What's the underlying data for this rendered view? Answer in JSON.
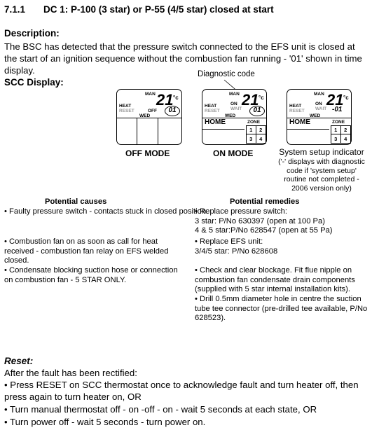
{
  "header": {
    "number": "7.1.1",
    "title": "DC 1: P-100 (3 star) or P-55 (4/5 star) closed at start"
  },
  "description": {
    "heading": "Description:",
    "text": "The BSC has detected that the pressure switch connected to the EFS unit is closed at the start of an ignition sequence without the combustion fan running - '01' shown in time display."
  },
  "scc": {
    "heading": "SCC Display:",
    "diagnostic_label": "Diagnostic code",
    "panels": [
      {
        "man": "MAN",
        "temp": "21",
        "unit": "°c",
        "heat": "HEAT",
        "reset": "RESET",
        "status": "OFF",
        "wed": "WED",
        "code": "01",
        "mode": "OFF MODE"
      },
      {
        "man": "MAN",
        "temp": "21",
        "unit": "°c",
        "heat": "HEAT",
        "reset": "RESET",
        "on": "ON",
        "wait": "WAIT",
        "wed": "WED",
        "code": "01",
        "home": "HOME",
        "zone": "ZONE",
        "zones": [
          "1",
          "2",
          "3",
          "4"
        ],
        "mode": "ON MODE"
      },
      {
        "man": "MAN",
        "temp": "21",
        "unit": "°c",
        "heat": "HEAT",
        "reset": "RESET",
        "on": "ON",
        "wait": "WAIT",
        "wed": "WED",
        "code": "-01",
        "home": "HOME",
        "zone": "ZONE",
        "zones": [
          "1",
          "2",
          "3",
          "4"
        ]
      }
    ],
    "indicator": {
      "title": "System setup indicator",
      "note": "('-' displays with diagnostic code if 'system setup' routine not completed - 2006 version only)"
    }
  },
  "causes": {
    "heading": "Potential causes",
    "items": [
      "• Faulty pressure switch - contacts stuck in closed position.",
      "• Combustion fan on as soon as call for heat received - combustion fan relay on EFS welded closed.",
      "• Condensate blocking suction hose or connection on combustion fan - 5 STAR ONLY."
    ]
  },
  "remedies": {
    "heading": "Potential remedies",
    "r1": [
      "• Replace pressure switch:",
      "3 star: P/No 630397 (open at 100 Pa)",
      "4 & 5 star:P/No 628547 (open at 55 Pa)"
    ],
    "r2": [
      "• Replace EFS unit:",
      "3/4/5 star: P/No 628608"
    ],
    "r3": "• Check and clear blockage. Fit flue nipple on combustion fan condensate drain components (supplied with 5 star internal installation kits).",
    "r4": "• Drill 0.5mm diameter hole in centre the suction tube tee connector (pre-drilled tee available, P/No 628523)."
  },
  "reset": {
    "heading": "Reset:",
    "intro": "After the fault has been rectified:",
    "steps": [
      "• Press RESET on SCC thermostat once to acknowledge fault and turn heater off, then press again to turn heater on, OR",
      "• Turn manual thermostat off - on -off - on - wait 5 seconds at each state, OR",
      "• Turn power off - wait 5 seconds - turn power on."
    ]
  }
}
